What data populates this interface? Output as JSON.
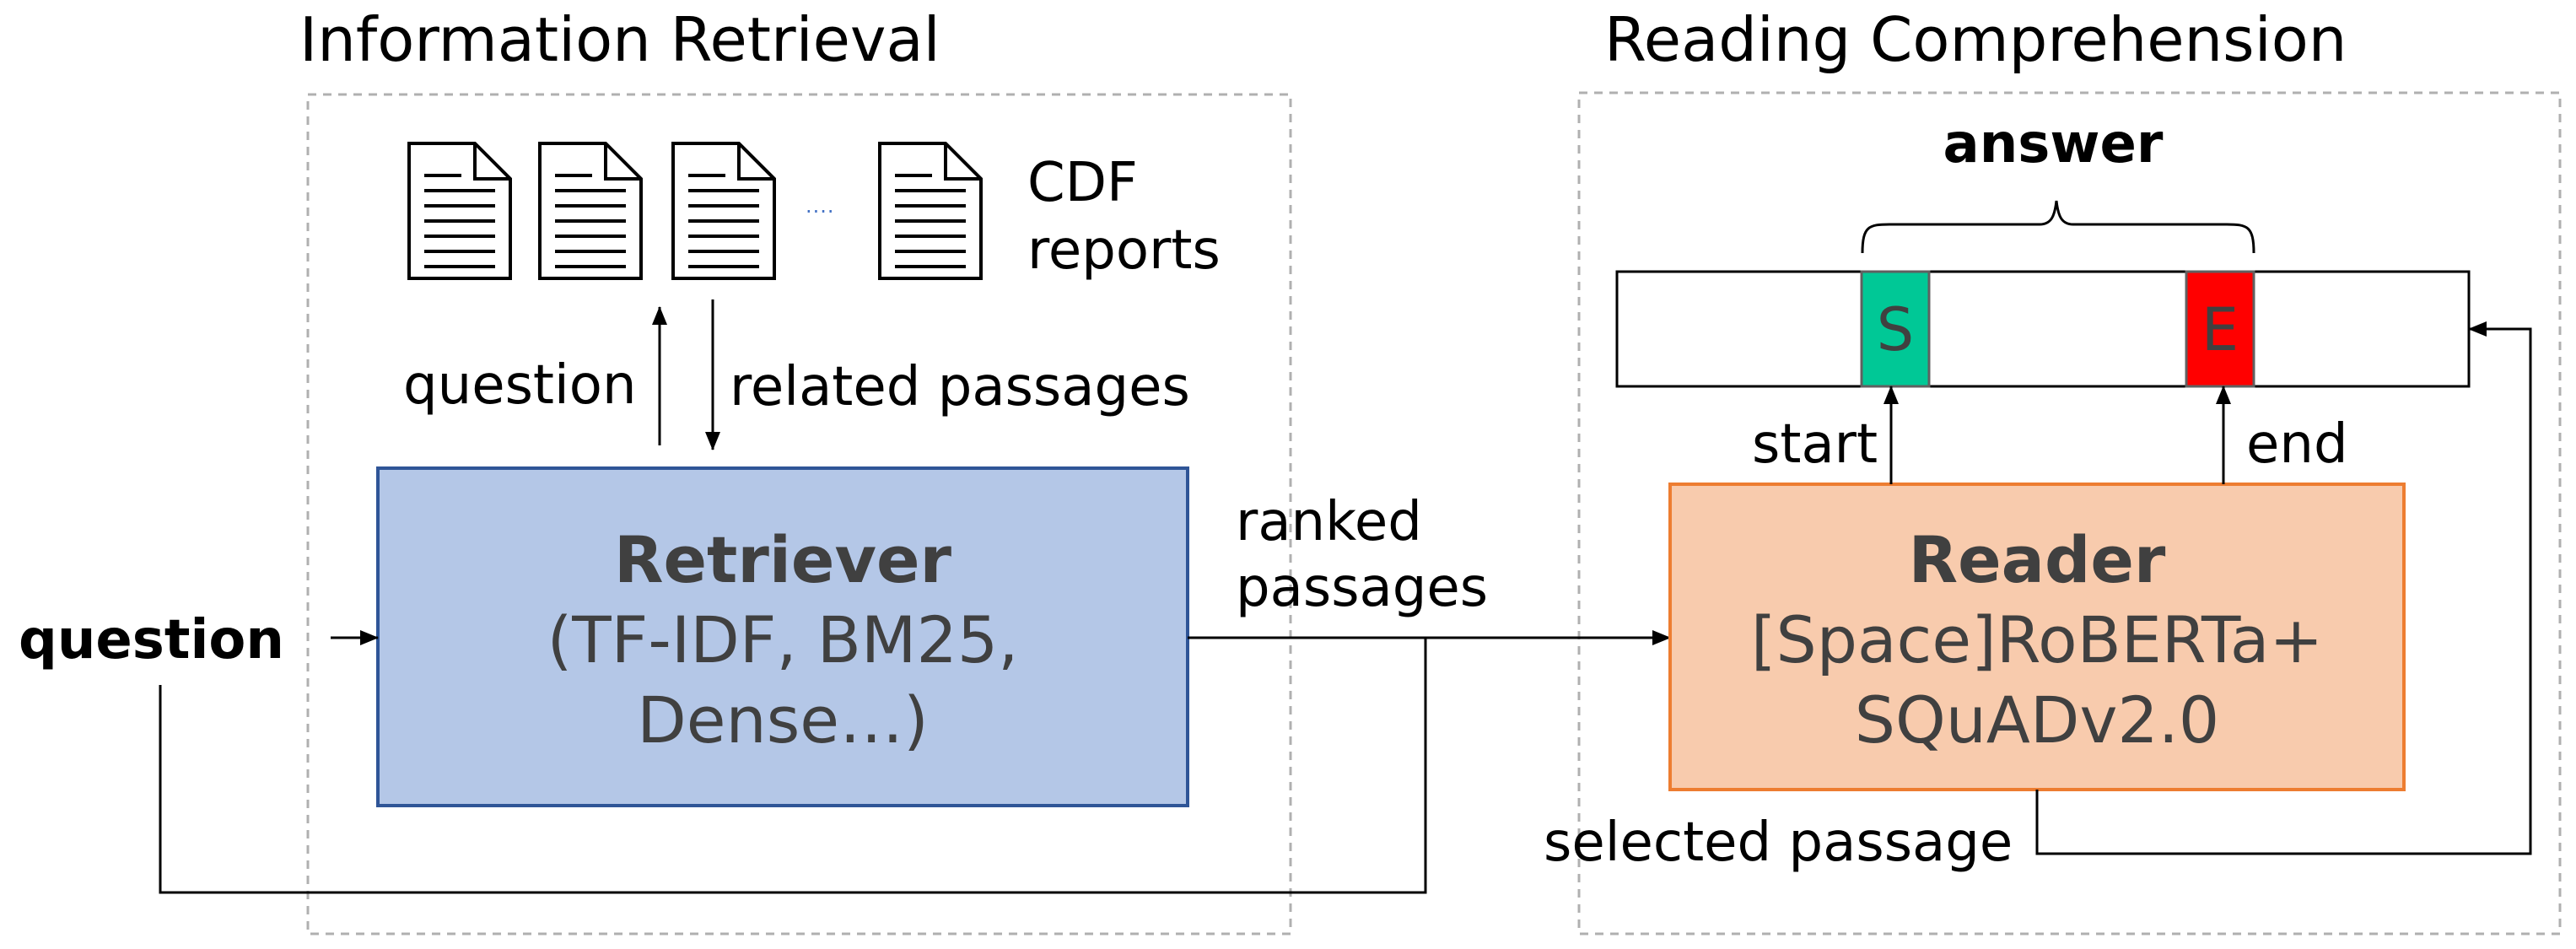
{
  "sections": {
    "information_retrieval": "Information Retrieval",
    "reading_comprehension": "Reading Comprehension"
  },
  "documents": {
    "ellipsis": "....",
    "label_line1": "CDF",
    "label_line2": "reports"
  },
  "labels": {
    "question_up": "question",
    "related_passages": "related passages",
    "question_input": "question",
    "ranked_line1": "ranked",
    "ranked_line2": "passages",
    "start": "start",
    "end": "end",
    "selected_passage": "selected passage",
    "answer": "answer"
  },
  "retriever": {
    "title": "Retriever",
    "line1": "(TF-IDF, BM25,",
    "line2": "Dense…)"
  },
  "reader": {
    "title": "Reader",
    "line1": "[Space]RoBERTa+",
    "line2": "SQuADv2.0"
  },
  "tokens": {
    "start": "S",
    "end": "E"
  },
  "colors": {
    "retriever_fill": "#b4c7e7",
    "retriever_stroke": "#2f5597",
    "reader_fill": "#f8cbad",
    "reader_stroke": "#ed7d31",
    "start_token": "#00c896",
    "end_token": "#ff0000",
    "section_border": "#b0b0b0"
  }
}
